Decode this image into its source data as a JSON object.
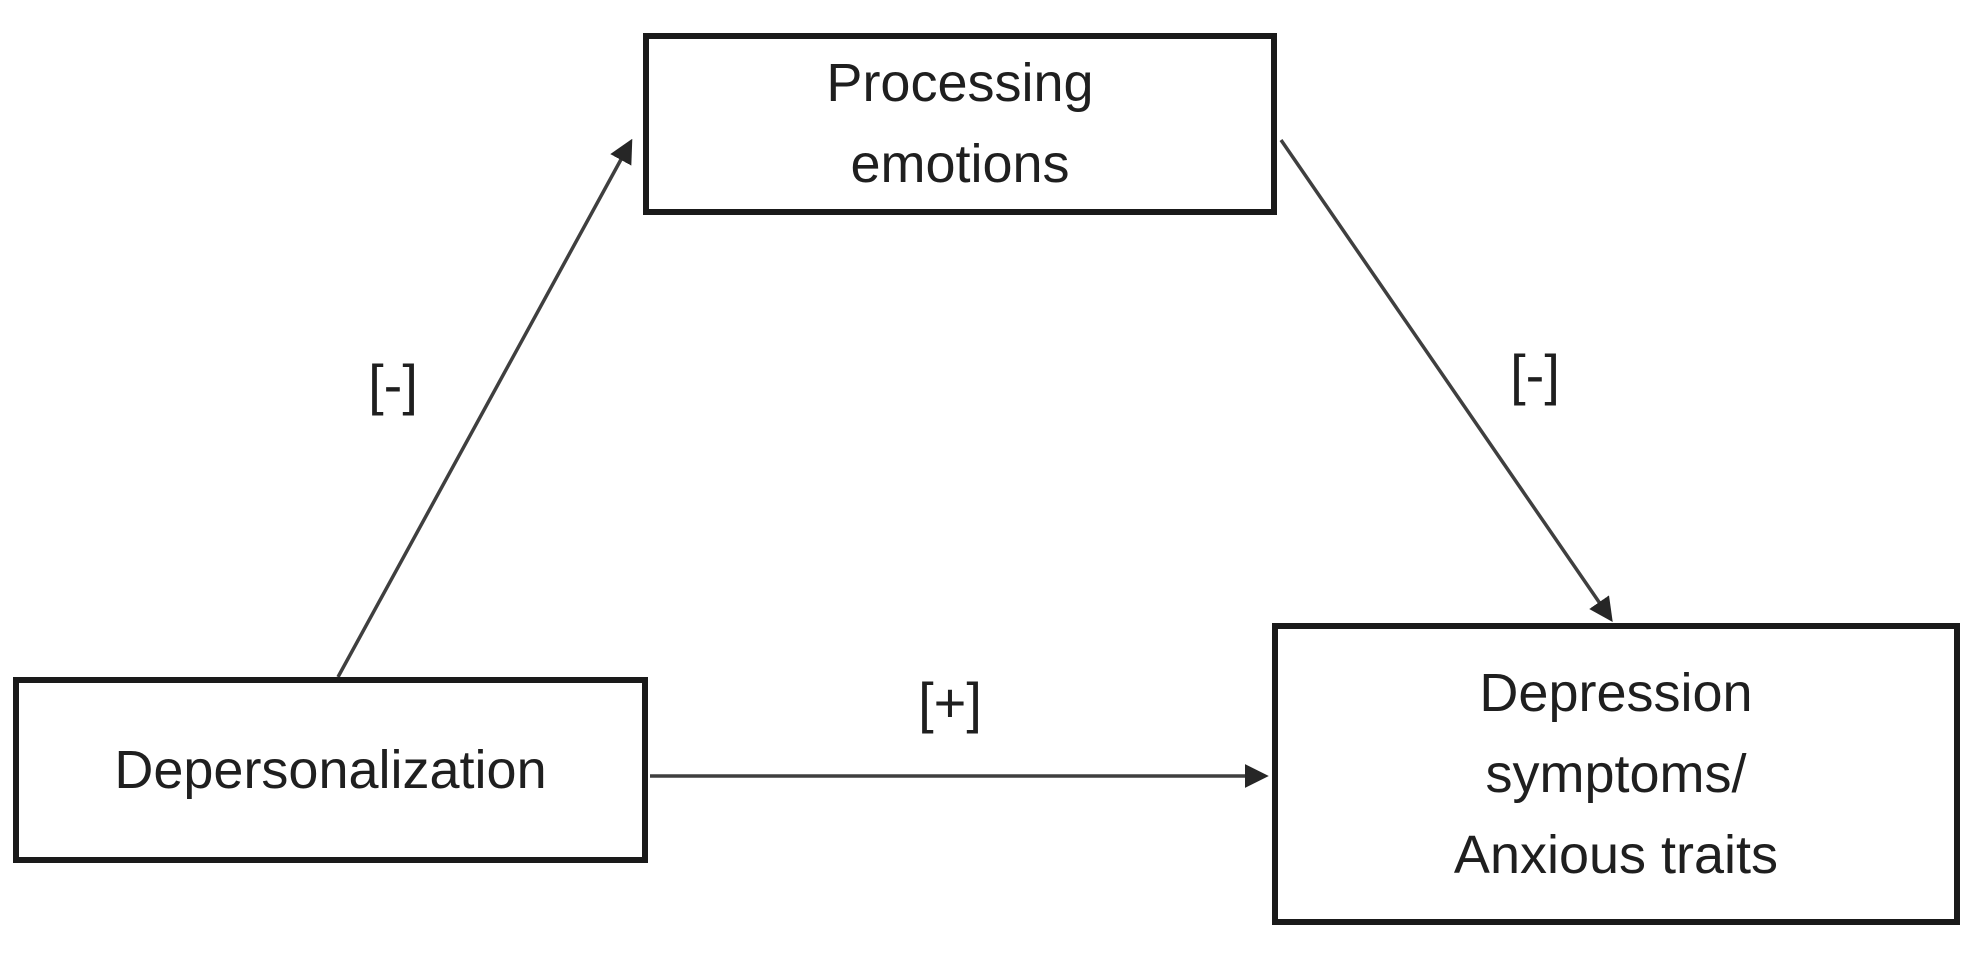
{
  "figure": {
    "type": "mediation-model-diagram",
    "nodes": {
      "mediator": {
        "name": "Processing emotions",
        "lines": [
          "Processing",
          "emotions"
        ]
      },
      "predictor": {
        "name": "Depersonalization",
        "lines": [
          "Depersonalization"
        ]
      },
      "outcome": {
        "name": "Depression symptoms/Anxious traits",
        "lines": [
          "Depression",
          "symptoms/",
          "Anxious traits"
        ]
      }
    },
    "edges": {
      "a": {
        "from": "Depersonalization",
        "to": "Processing emotions",
        "label": "[-]"
      },
      "b": {
        "from": "Processing emotions",
        "to": "Depression symptoms/Anxious traits",
        "label": "[-]"
      },
      "c": {
        "from": "Depersonalization",
        "to": "Depression symptoms/Anxious traits",
        "label": "[+]"
      }
    },
    "colors": {
      "background": "#ffffff",
      "box_border": "#1a1a1a",
      "arrow": "#3f3f3f",
      "arrowhead": "#262626",
      "text": "#1f1f1f"
    }
  }
}
